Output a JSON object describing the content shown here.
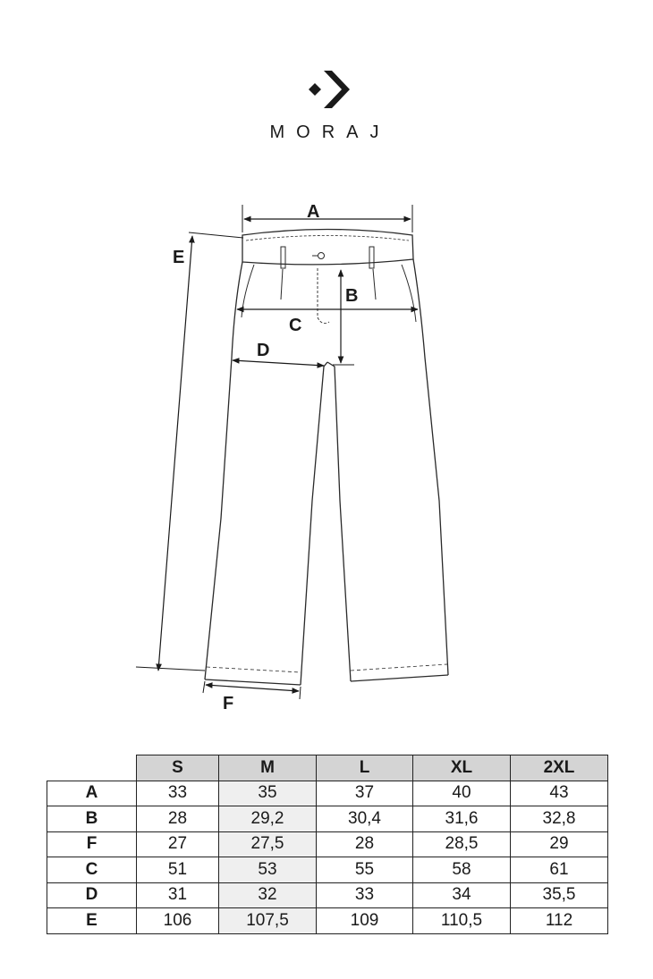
{
  "brand": {
    "name": "MORAJ",
    "logo_icon": "moraj-arrow-logo-icon"
  },
  "diagram": {
    "labels": {
      "A": "A",
      "B": "B",
      "C": "C",
      "D": "D",
      "E": "E",
      "F": "F"
    }
  },
  "size_table": {
    "highlight_column": "M",
    "sizes": [
      "S",
      "M",
      "L",
      "XL",
      "2XL"
    ],
    "rows": [
      {
        "label": "A",
        "values": [
          "33",
          "35",
          "37",
          "40",
          "43"
        ]
      },
      {
        "label": "B",
        "values": [
          "28",
          "29,2",
          "30,4",
          "31,6",
          "32,8"
        ]
      },
      {
        "label": "F",
        "values": [
          "27",
          "27,5",
          "28",
          "28,5",
          "29"
        ]
      },
      {
        "label": "C",
        "values": [
          "51",
          "53",
          "55",
          "58",
          "61"
        ]
      },
      {
        "label": "D",
        "values": [
          "31",
          "32",
          "33",
          "34",
          "35,5"
        ]
      },
      {
        "label": "E",
        "values": [
          "106",
          "107,5",
          "109",
          "110,5",
          "112"
        ]
      }
    ],
    "colors": {
      "header_bg": "#d4d4d4",
      "highlight_bg": "#efefef"
    }
  }
}
